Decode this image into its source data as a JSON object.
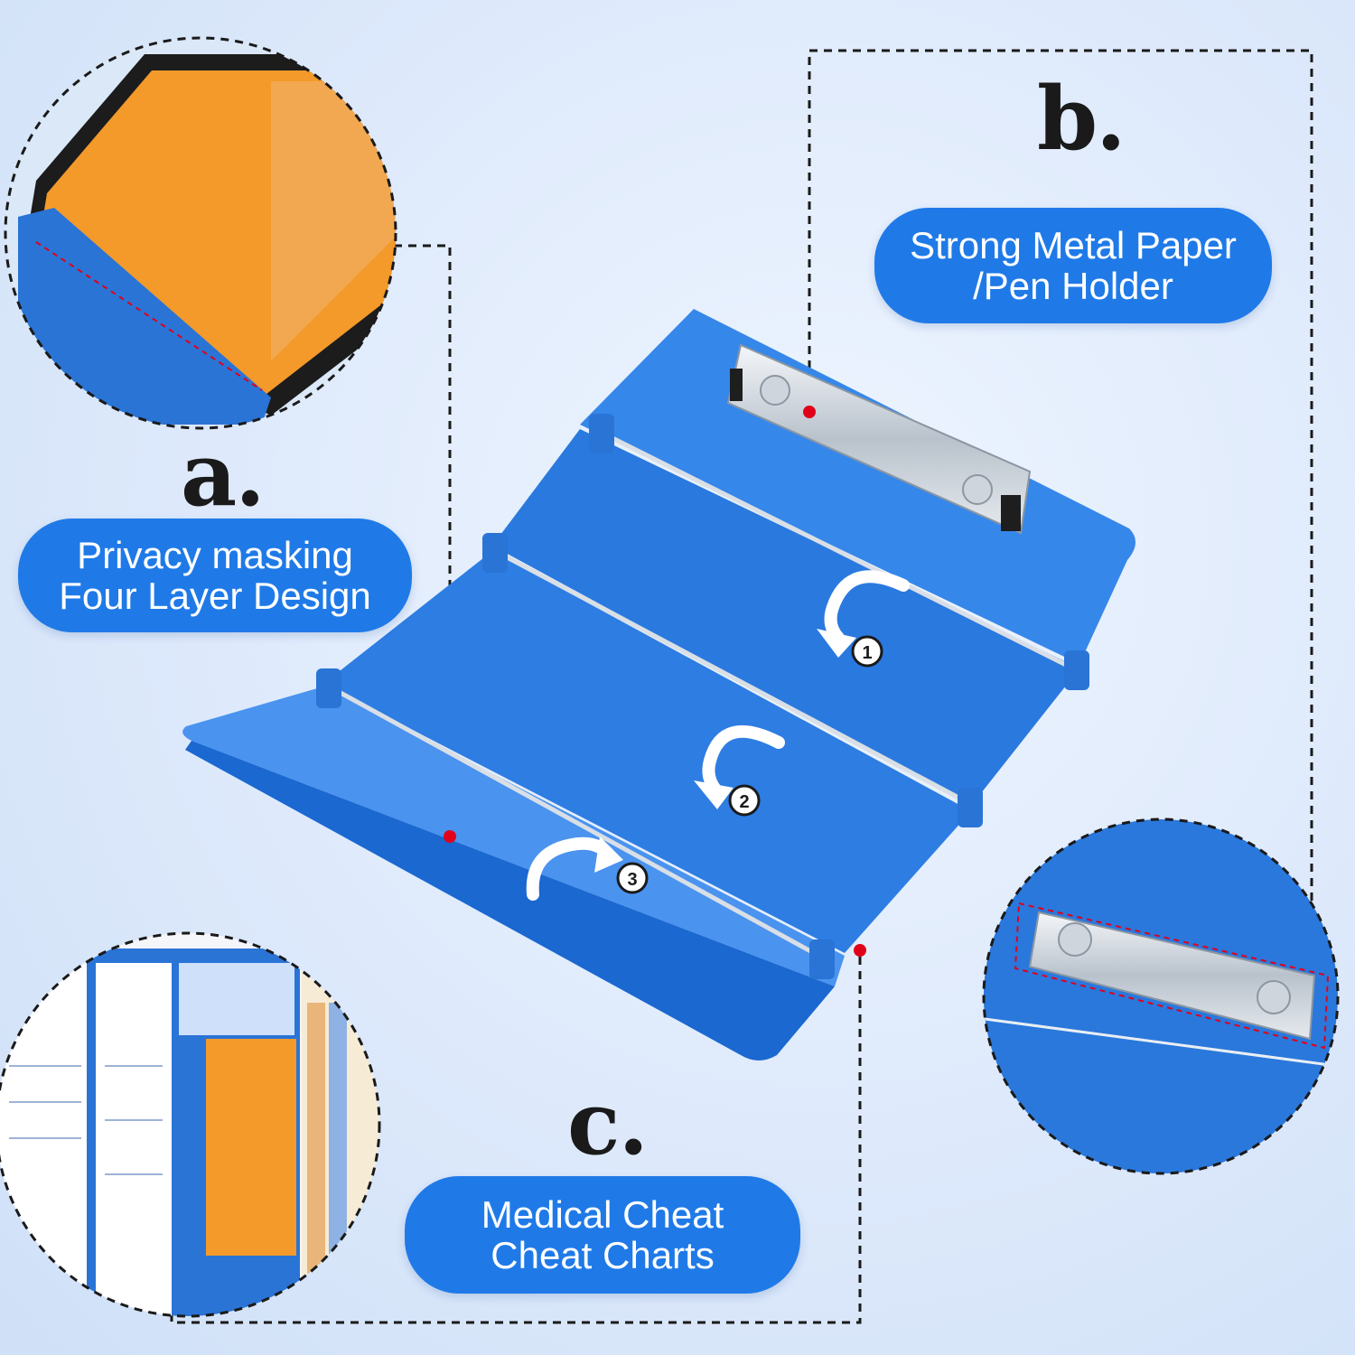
{
  "callouts": {
    "a": {
      "letter": "a.",
      "line1": "Privacy masking",
      "line2": "Four Layer Design"
    },
    "b": {
      "letter": "b.",
      "line1": "Strong Metal Paper",
      "line2": "/Pen Holder"
    },
    "c": {
      "letter": "c.",
      "line1": "Medical Cheat",
      "line2": "Cheat Charts"
    }
  },
  "steps": [
    "1",
    "2",
    "3"
  ],
  "colors": {
    "pill_blue": "#1f7ae8",
    "board_blue": "#2f7de0",
    "marker_red": "#e0001a",
    "chart_orange": "#f39a2a"
  }
}
